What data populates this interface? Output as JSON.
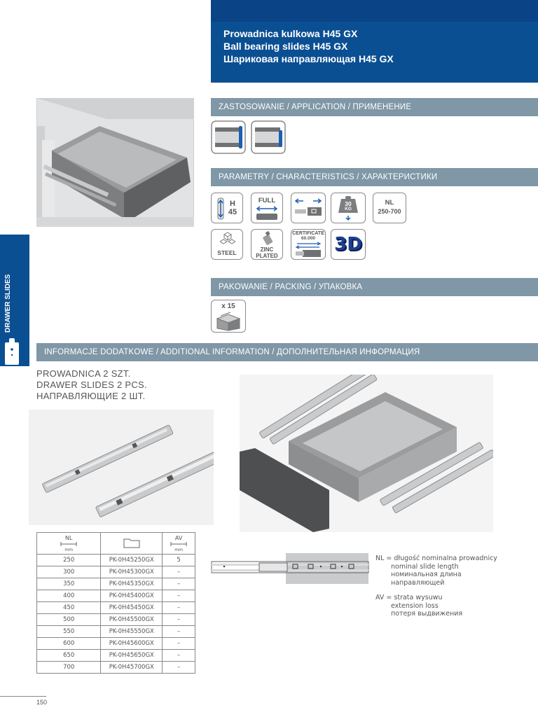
{
  "header": {
    "title_pl": "Prowadnica kulkowa H45 GX",
    "title_en": "Ball bearing slides H45 GX",
    "title_ru": "Шариковая направляющая H45 GX"
  },
  "side_tab": {
    "label": "DRAWER SLIDES"
  },
  "sections": {
    "application": "ZASTOSOWANIE / APPLICATION / ПРИМЕНЕНИЕ",
    "characteristics": "PARAMETRY / CHARACTERISTICS / ХАРАКТЕРИСТИКИ",
    "packing": "PAKOWANIE / PACKING / УПАКОВКА",
    "additional": "INFORMACJE DODATKOWE / ADDITIONAL INFORMATION / ДОПОЛНИТЕЛЬНАЯ ИНФОРМАЦИЯ"
  },
  "characteristics": {
    "height_letter": "H",
    "height_value": "45",
    "extension": "FULL",
    "load_value": "30",
    "load_unit": "KG",
    "nl_label": "NL",
    "nl_range": "250-700",
    "material": "STEEL",
    "finish_line1": "ZINC",
    "finish_line2": "PLATED",
    "cert_label": "CERTIFICATE",
    "cert_cycles": "60.000",
    "three_d": "3D"
  },
  "packing": {
    "quantity": "x 15"
  },
  "description": {
    "line_pl": "PROWADNICA 2 SZT.",
    "line_en": "DRAWER SLIDES 2 PCS.",
    "line_ru": "НАПРАВЛЯЮЩИЕ 2 ШТ."
  },
  "table": {
    "nl_header": "NL",
    "nl_unit": "mm",
    "av_header": "AV",
    "av_unit": "mm",
    "rows": [
      {
        "nl": "250",
        "code": "PK-0H45250GX",
        "av": "5"
      },
      {
        "nl": "300",
        "code": "PK-0H45300GX",
        "av": "–"
      },
      {
        "nl": "350",
        "code": "PK-0H45350GX",
        "av": "–"
      },
      {
        "nl": "400",
        "code": "PK-0H45400GX",
        "av": "–"
      },
      {
        "nl": "450",
        "code": "PK-0H45450GX",
        "av": "–"
      },
      {
        "nl": "500",
        "code": "PK-0H45500GX",
        "av": "–"
      },
      {
        "nl": "550",
        "code": "PK-0H45550GX",
        "av": "–"
      },
      {
        "nl": "600",
        "code": "PK-0H45600GX",
        "av": "–"
      },
      {
        "nl": "650",
        "code": "PK-0H45650GX",
        "av": "–"
      },
      {
        "nl": "700",
        "code": "PK-0H45700GX",
        "av": "–"
      }
    ]
  },
  "legend": {
    "nl_line1": "NL = długość nominalna prowadnicy",
    "nl_line2": "nominal slide length",
    "nl_line3": "номинальная длина",
    "nl_line4": "направляющей",
    "av_line1": "AV = strata wysuwu",
    "av_line2": "extension loss",
    "av_line3": "потеря выдвижения"
  },
  "page_number": "150"
}
